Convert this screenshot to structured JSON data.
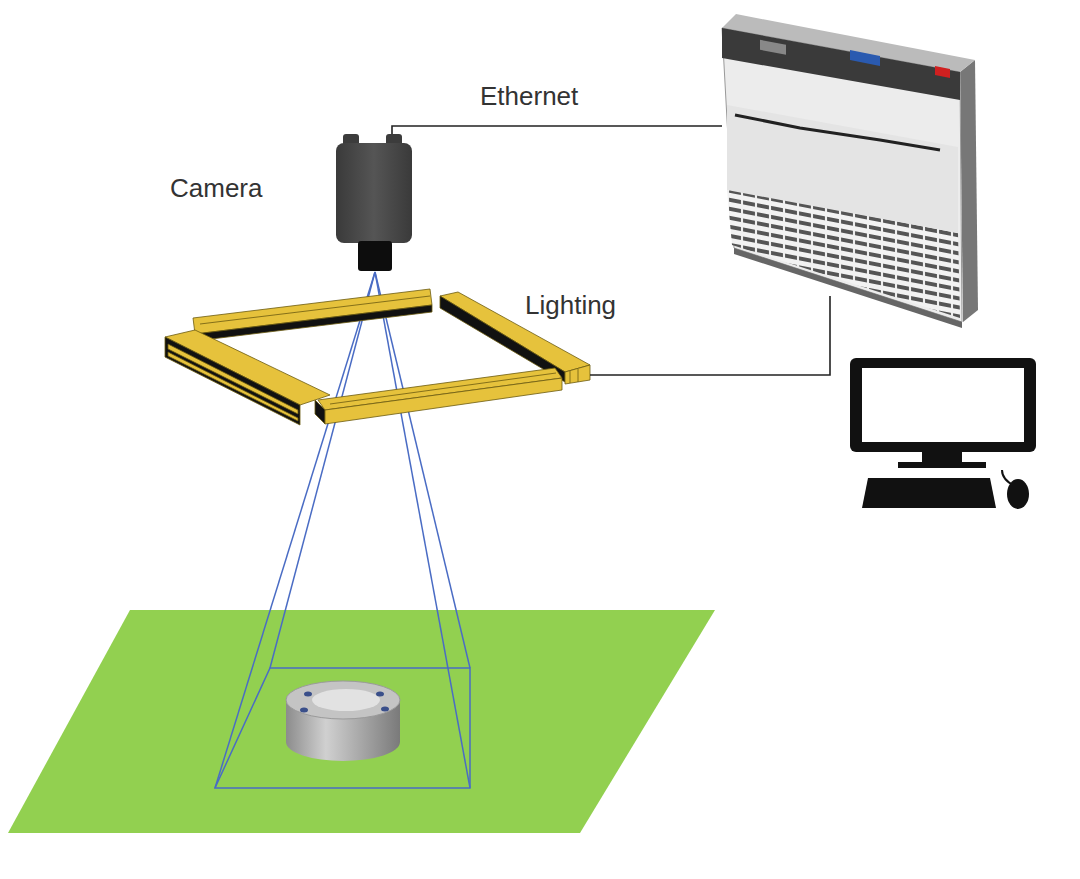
{
  "diagram": {
    "labels": [
      "Ethernet",
      "Camera",
      "Lighting"
    ]
  }
}
